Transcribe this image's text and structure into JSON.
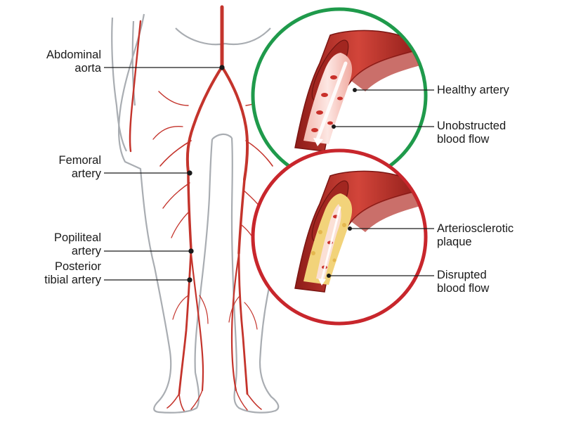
{
  "labels": {
    "abdominal_aorta": [
      "Abdominal",
      "aorta"
    ],
    "femoral_artery": [
      "Femoral",
      "artery"
    ],
    "popliteal_artery": [
      "Popiliteal",
      "artery"
    ],
    "posterior_tibial_artery": [
      "Posterior",
      "tibial artery"
    ],
    "healthy_artery": [
      "Healthy artery"
    ],
    "unobstructed_flow": [
      "Unobstructed",
      "blood flow"
    ],
    "plaque": [
      "Arteriosclerotic",
      "plaque"
    ],
    "disrupted_flow": [
      "Disrupted",
      "blood flow"
    ]
  },
  "colors": {
    "healthy_ring": "#1f9a4b",
    "diseased_ring": "#c8262c",
    "artery": "#c4342c",
    "body_outline": "#a9adb2",
    "plaque": "#f2d37a"
  }
}
